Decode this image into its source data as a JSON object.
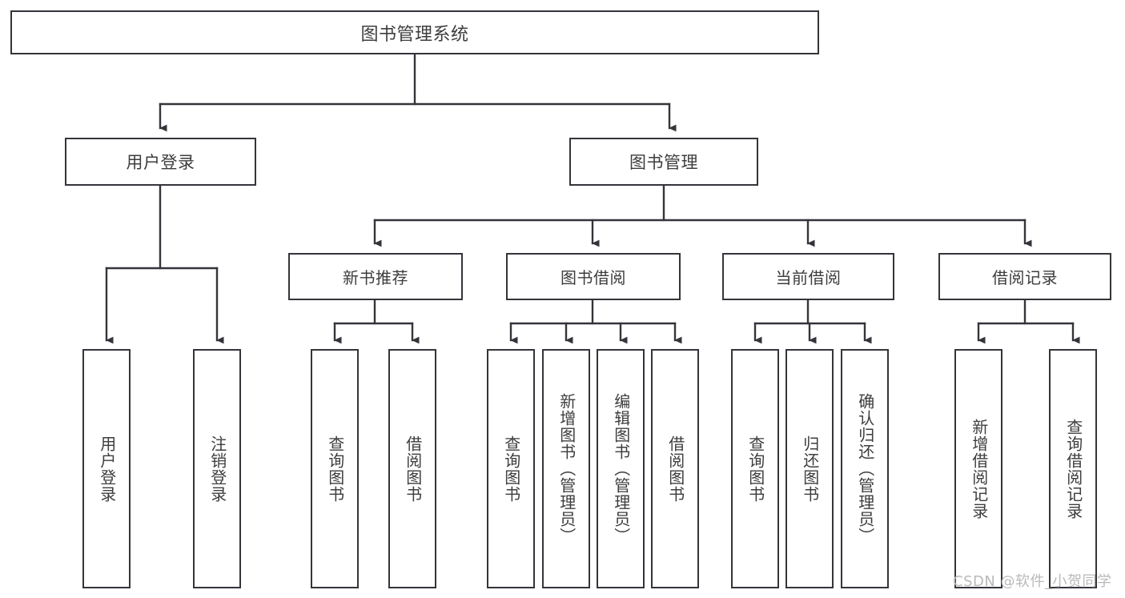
{
  "diagram": {
    "title": "图书管理系统",
    "type": "tree-hierarchy-chart",
    "watermark": "CSDN @软件_小贺同学",
    "colors": {
      "background": "#ffffff",
      "border": "#33353a",
      "text": "#3d3d3f",
      "watermark": "#b9b9b9"
    },
    "nodes": {
      "root": {
        "label": "图书管理系统"
      },
      "level2": [
        {
          "id": "user-login",
          "label": "用户登录"
        },
        {
          "id": "book-manage",
          "label": "图书管理"
        }
      ],
      "level3": [
        {
          "id": "new-book-recommend",
          "label": "新书推荐"
        },
        {
          "id": "book-borrow",
          "label": "图书借阅"
        },
        {
          "id": "current-borrow",
          "label": "当前借阅"
        },
        {
          "id": "borrow-record",
          "label": "借阅记录"
        }
      ],
      "leaves": {
        "user_login": [
          {
            "id": "leaf-user-login",
            "label": "用户登录"
          },
          {
            "id": "leaf-logout-login",
            "label": "注销登录"
          }
        ],
        "new_book_recommend": [
          {
            "id": "leaf-query-book-1",
            "label": "查询图书"
          },
          {
            "id": "leaf-borrow-book-1",
            "label": "借阅图书"
          }
        ],
        "book_borrow": [
          {
            "id": "leaf-query-book-2",
            "label": "查询图书"
          },
          {
            "id": "leaf-add-book",
            "label": "新增图书（管理员）"
          },
          {
            "id": "leaf-edit-book",
            "label": "编辑图书（管理员）"
          },
          {
            "id": "leaf-borrow-book-2",
            "label": "借阅图书"
          }
        ],
        "current_borrow": [
          {
            "id": "leaf-query-book-3",
            "label": "查询图书"
          },
          {
            "id": "leaf-return-book",
            "label": "归还图书"
          },
          {
            "id": "leaf-confirm-return",
            "label": "确认归还（管理员）"
          }
        ],
        "borrow_record": [
          {
            "id": "leaf-add-record",
            "label": "新增借阅记录"
          },
          {
            "id": "leaf-query-record",
            "label": "查询借阅记录"
          }
        ]
      }
    }
  }
}
